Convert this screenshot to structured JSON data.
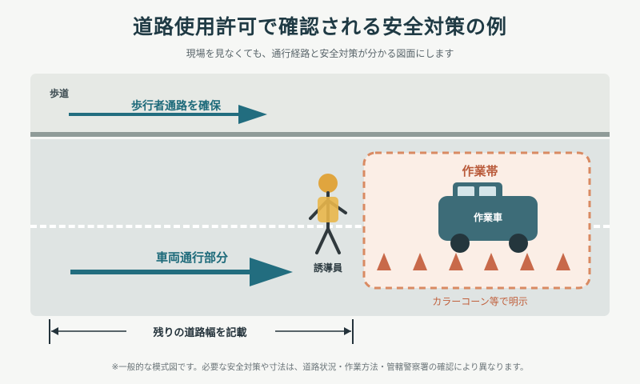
{
  "header": {
    "title": "道路使用許可で確認される安全対策の例",
    "subtitle": "現場を見なくても、通行経路と安全対策が分かる図面にします"
  },
  "diagram": {
    "sidewalk_label": "歩道",
    "pedestrian_path_label": "歩行者通路を確保",
    "vehicle_lane_label": "車両通行部分",
    "flagger_label": "誘導員",
    "work_zone_label": "作業帯",
    "work_vehicle_label": "作業車",
    "cone_label": "カラーコーン等で明示",
    "road_width_label": "残りの道路幅を記載"
  },
  "footnote": "※一般的な模式図です。必要な安全対策や寸法は、道路状況・作業方法・管轄警察署の確認により異なります。",
  "colors": {
    "arrow": "#226d7f",
    "vehicle": "#3d6c78",
    "zone_border": "#d98a62",
    "zone_fill": "#fbeee6",
    "cone": "#c8694a",
    "flagger_vest": "#e9b64a",
    "flagger_body": "#30393d"
  }
}
